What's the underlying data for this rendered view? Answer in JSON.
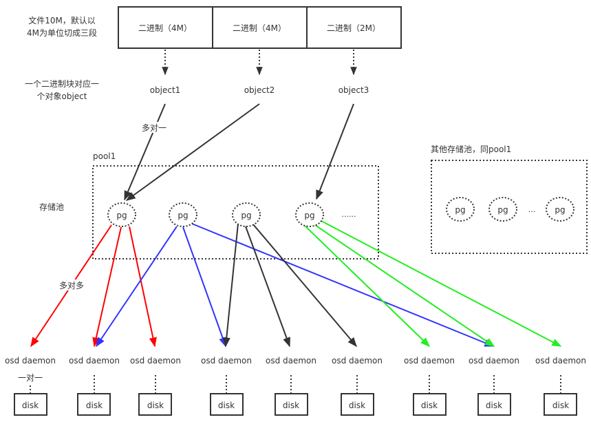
{
  "annotations": {
    "file_split_line1": "文件10M，默认以",
    "file_split_line2": "4M为单位切成三段",
    "block_object_line1": "一个二进制块对应一",
    "block_object_line2": "个对象object",
    "many_to_one": "多对一",
    "storage_pool": "存储池",
    "many_to_many": "多对多",
    "one_to_one": "一对一",
    "other_pools": "其他存储池，同pool1"
  },
  "binary_blocks": [
    {
      "label": "二进制（4M）"
    },
    {
      "label": "二进制（4M）"
    },
    {
      "label": "二进制（2M）"
    }
  ],
  "objects": [
    {
      "label": "object1"
    },
    {
      "label": "object2"
    },
    {
      "label": "object3"
    }
  ],
  "pool1": {
    "label": "pool1",
    "pgs": [
      {
        "label": "pg"
      },
      {
        "label": "pg"
      },
      {
        "label": "pg"
      },
      {
        "label": "pg"
      }
    ],
    "ellipsis": "......"
  },
  "other_pool": {
    "pgs": [
      {
        "label": "pg"
      },
      {
        "label": "pg"
      },
      {
        "label": "pg"
      }
    ],
    "ellipsis": "..."
  },
  "osds": [
    {
      "label": "osd daemon"
    },
    {
      "label": "osd daemon"
    },
    {
      "label": "osd daemon"
    },
    {
      "label": "osd daemon"
    },
    {
      "label": "osd daemon"
    },
    {
      "label": "osd daemon"
    },
    {
      "label": "osd daemon"
    },
    {
      "label": "osd daemon"
    },
    {
      "label": "osd daemon"
    }
  ],
  "disks": [
    {
      "label": "disk"
    },
    {
      "label": "disk"
    },
    {
      "label": "disk"
    },
    {
      "label": "disk"
    },
    {
      "label": "disk"
    },
    {
      "label": "disk"
    },
    {
      "label": "disk"
    },
    {
      "label": "disk"
    },
    {
      "label": "disk"
    }
  ],
  "mappings": {
    "object_to_pg": [
      {
        "from_object": 1,
        "to_pg": 1
      },
      {
        "from_object": 2,
        "to_pg": 1
      },
      {
        "from_object": 3,
        "to_pg": 4
      }
    ],
    "pg_to_osd": [
      {
        "pg": 1,
        "color": "#ff0000",
        "osds": [
          1,
          2,
          3
        ]
      },
      {
        "pg": 2,
        "color": "#3333ff",
        "osds": [
          2,
          4,
          8
        ]
      },
      {
        "pg": 3,
        "color": "#333333",
        "osds": [
          4,
          5,
          6
        ]
      },
      {
        "pg": 4,
        "color": "#22ee22",
        "osds": [
          7,
          8,
          9
        ]
      }
    ]
  },
  "colors": {
    "stroke": "#333333",
    "red": "#ff0000",
    "blue": "#3333ff",
    "dark": "#333333",
    "green": "#22ee22"
  }
}
